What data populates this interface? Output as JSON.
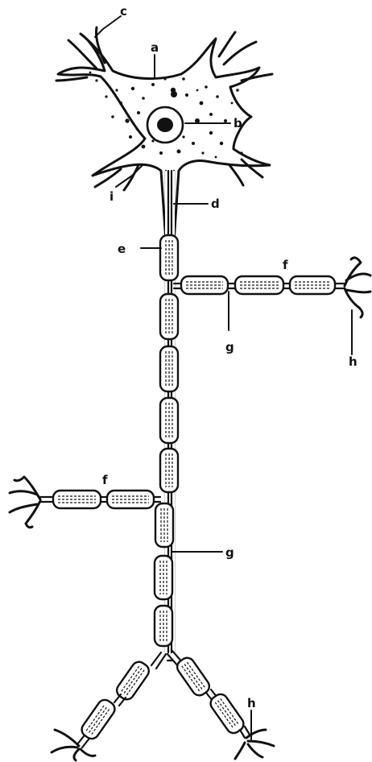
{
  "labels": {
    "a": "a",
    "b": "b",
    "c": "c",
    "d": "d",
    "e": "e",
    "f_upper": "f",
    "f_lower": "f",
    "g_upper": "g",
    "g_lower": "g",
    "h_upper": "h",
    "h_lower": "h",
    "i": "i"
  },
  "colors": {
    "ink": "#111111",
    "background": "#ffffff"
  }
}
